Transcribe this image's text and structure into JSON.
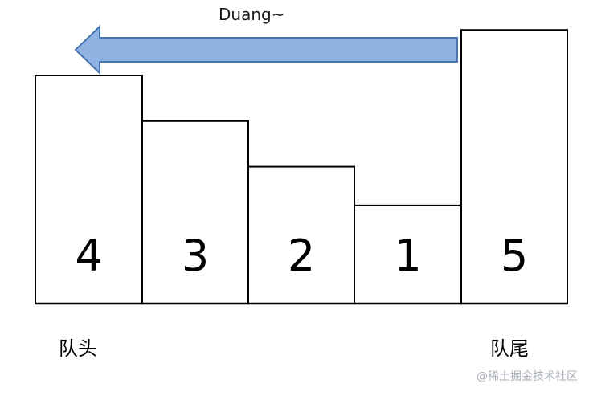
{
  "diagram": {
    "arrow_label": "Duang~",
    "head_label": "队头",
    "tail_label": "队尾",
    "watermark": "@稀土掘金技术社区",
    "queue": [
      {
        "value": "4",
        "level": 1.0
      },
      {
        "value": "3",
        "level": 0.8
      },
      {
        "value": "2",
        "level": 0.6
      },
      {
        "value": "1",
        "level": 0.43
      },
      {
        "value": "5",
        "level": 1.2
      }
    ],
    "colors": {
      "arrow_fill": "#8fb4e3",
      "arrow_stroke": "#4a74ad",
      "box_stroke": "#000000"
    },
    "arrow_direction": "left"
  }
}
